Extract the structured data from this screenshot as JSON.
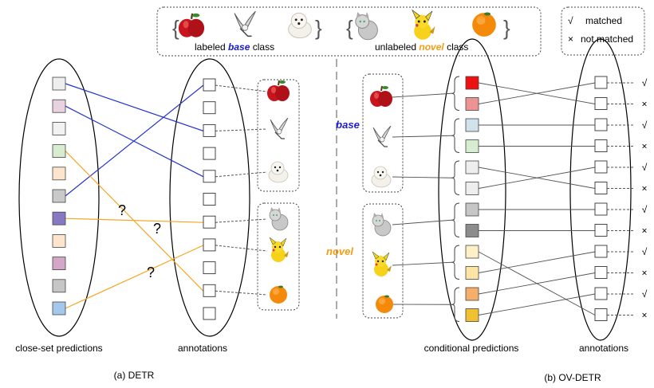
{
  "legend": {
    "labeled_prefix": "labeled ",
    "base_word": "base",
    "labeled_suffix": " class",
    "unlabeled_prefix": "unlabeled ",
    "novel_word": "novel",
    "unlabeled_suffix": " class",
    "check_symbol": "√",
    "matched": "matched",
    "cross_symbol": "×",
    "not_matched": "not matched"
  },
  "detr": {
    "left_label": "close-set predictions",
    "right_label": "annotations",
    "caption": "(a)    DETR",
    "question_mark": "?",
    "prediction_colors": [
      "#eeeeee",
      "#e8d2e0",
      "#f2f2f2",
      "#d8ecd0",
      "#fde4cc",
      "#c9c9c9",
      "#8878c4",
      "#fde4cc",
      "#d4a6c8",
      "#c6c6c6",
      "#a4c8ec"
    ],
    "icons": [
      "apple-icon",
      "seagull-icon",
      "puppy-icon",
      "cat-icon",
      "pikachu-icon",
      "orange-icon"
    ]
  },
  "ovdetr": {
    "base_label": "base",
    "novel_label": "novel",
    "left_label": "conditional predictions",
    "right_label": "annotations",
    "caption": "(b)  OV-DETR",
    "prediction_colors": [
      "#ee1111",
      "#ec9494",
      "#d2e2ea",
      "#d8ecd0",
      "#eeeeee",
      "#eeeeee",
      "#c6c6c6",
      "#8c8c8c",
      "#fdefc6",
      "#fde4a4",
      "#f6ae6a",
      "#f0c030"
    ],
    "match_marks": [
      "√",
      "×",
      "√",
      "×",
      "√",
      "×",
      "√",
      "×",
      "√",
      "×",
      "√",
      "×"
    ],
    "icons": [
      "apple-icon",
      "seagull-icon",
      "puppy-icon",
      "cat-icon",
      "pikachu-icon",
      "orange-icon"
    ]
  },
  "colors": {
    "blue_line": "#2233cc",
    "orange_line": "#f5a623",
    "gray_line": "#555555"
  }
}
